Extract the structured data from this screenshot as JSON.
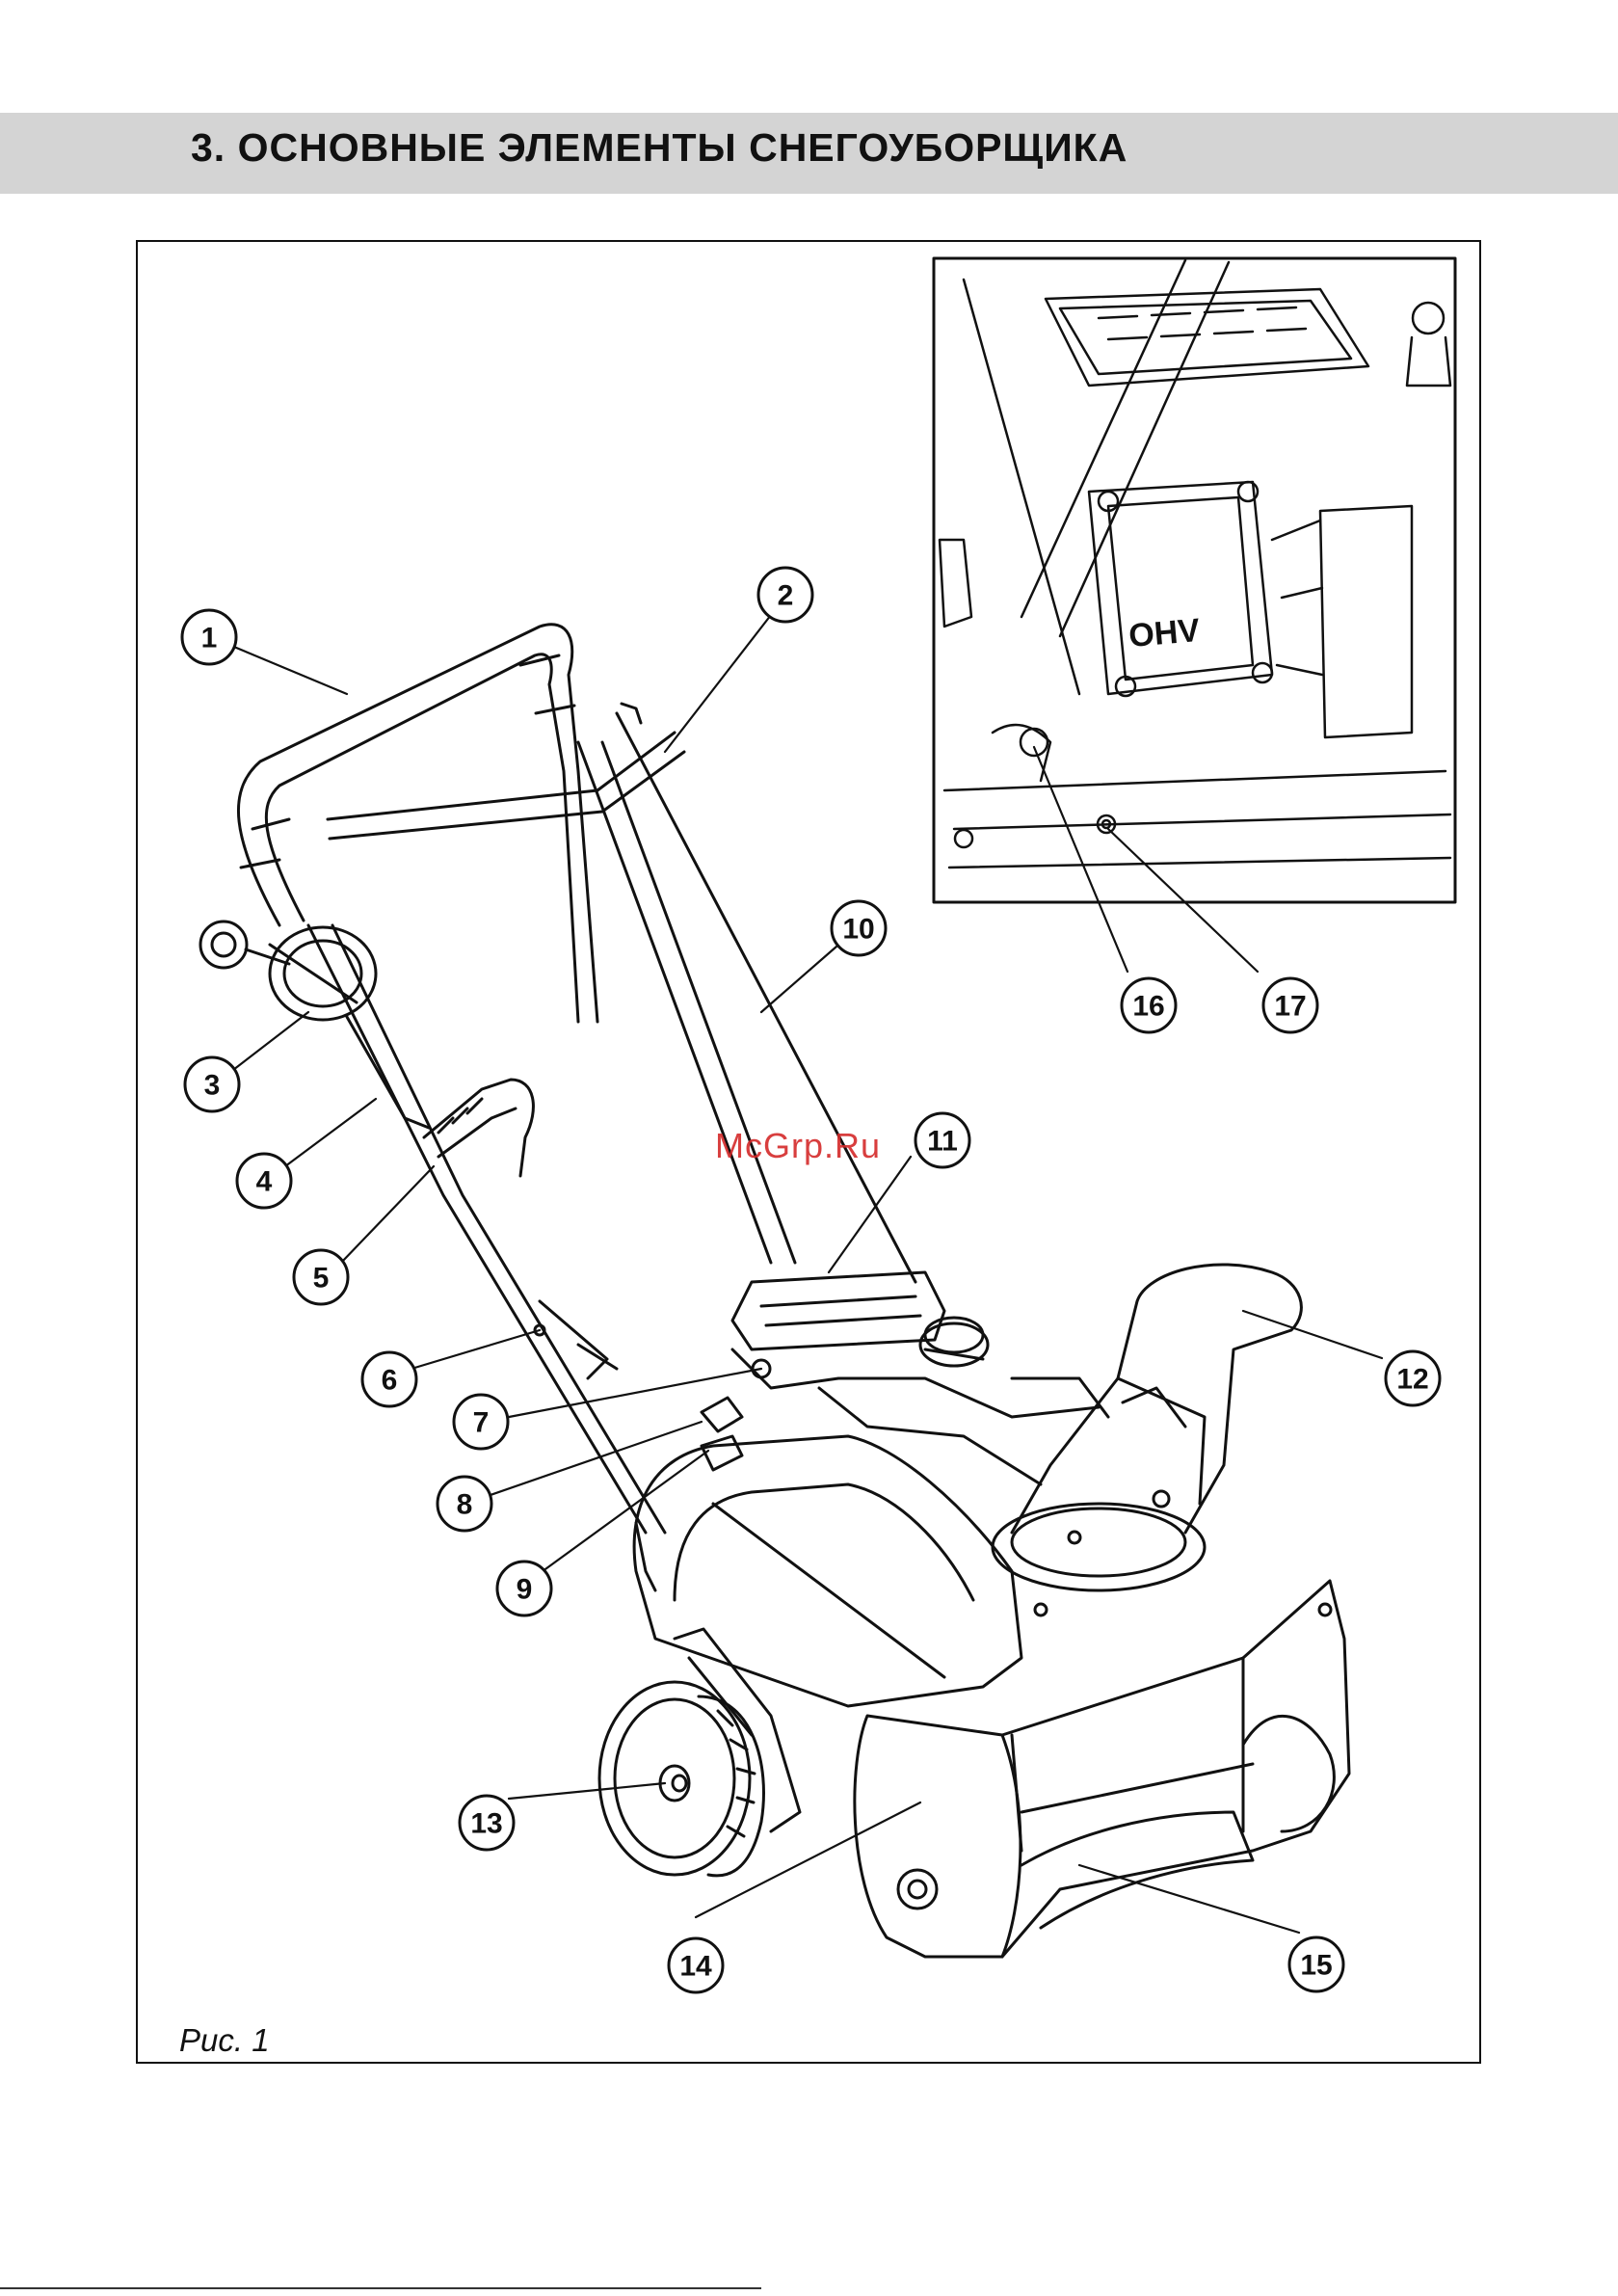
{
  "header": {
    "title": "3. ОСНОВНЫЕ ЭЛЕМЕНТЫ СНЕГОУБОРЩИКА"
  },
  "figure": {
    "caption": "Рис. 1",
    "watermark": "McGrp.Ru",
    "inset_badge": "OHV",
    "callouts": [
      "1",
      "2",
      "3",
      "4",
      "5",
      "6",
      "7",
      "8",
      "9",
      "10",
      "11",
      "12",
      "13",
      "14",
      "15",
      "16",
      "17"
    ]
  },
  "colors": {
    "header_band": "#d4d4d4",
    "ink": "#111111",
    "watermark": "#d42a2a"
  }
}
